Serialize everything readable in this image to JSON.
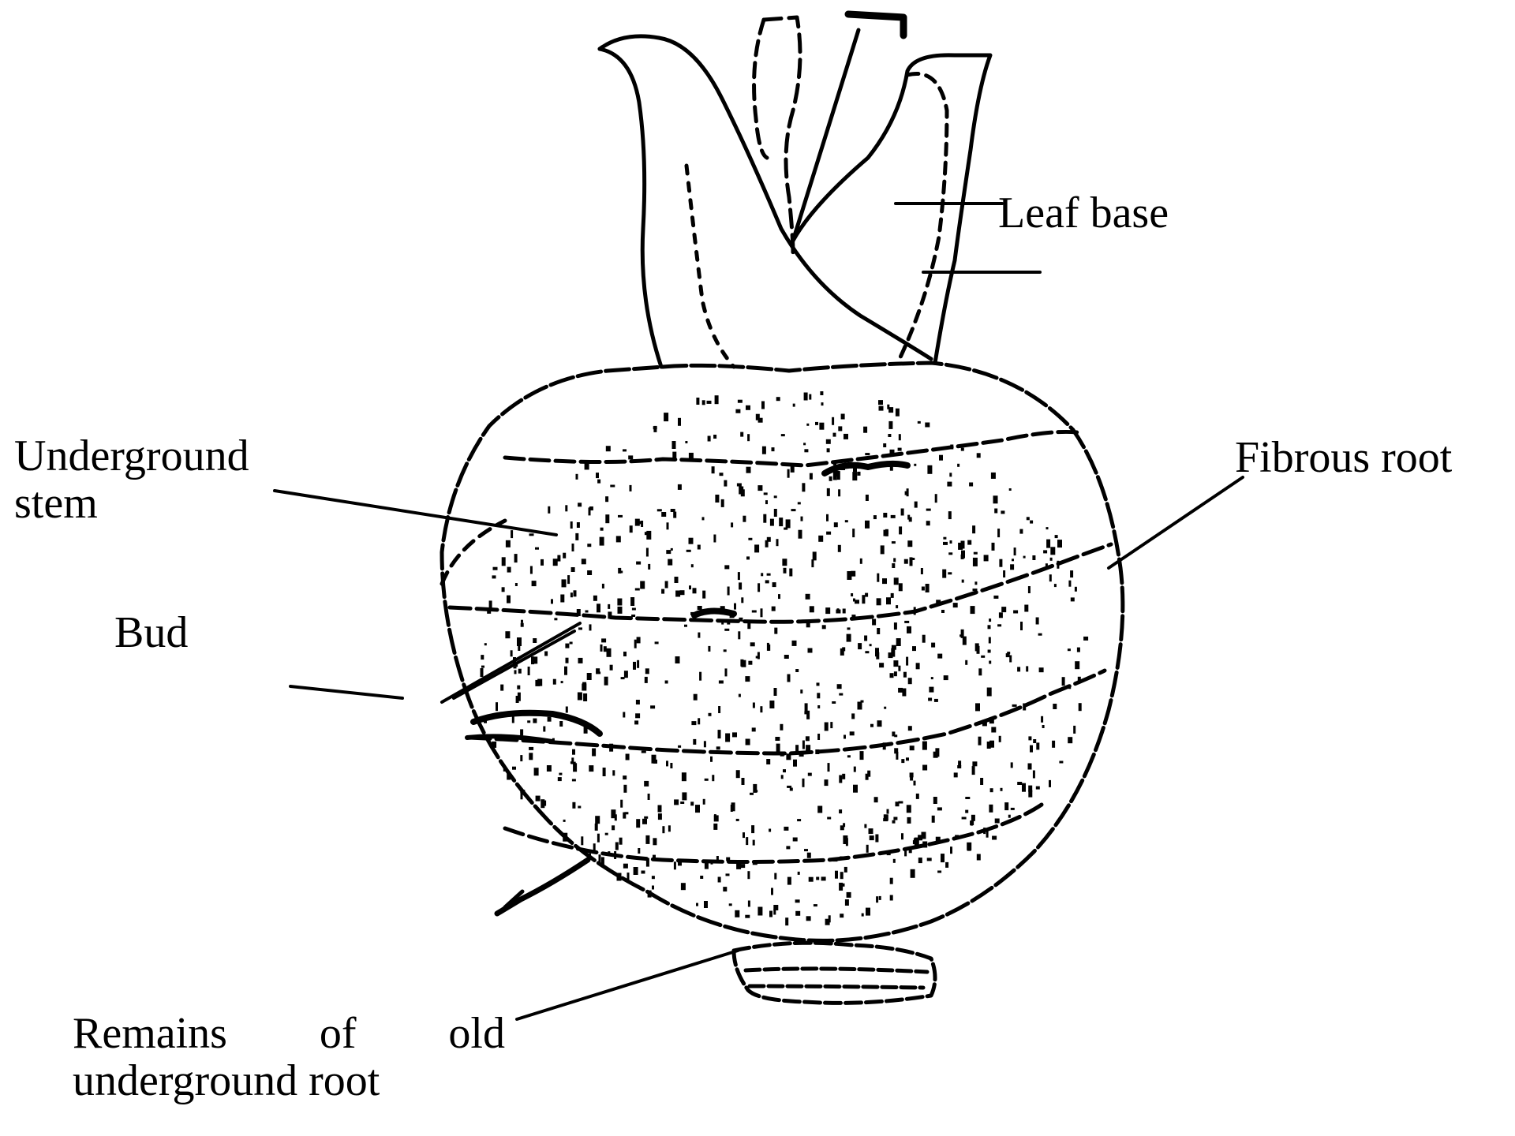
{
  "labels": {
    "leaf_base": "Leaf base",
    "fibrous_root": "Fibrous root",
    "underground_stem_line1": "Underground",
    "underground_stem_line2": "stem",
    "bud": "Bud",
    "remains_word1": "Remains",
    "remains_word2": "of",
    "remains_word3": "old",
    "remains_line2": "underground root"
  },
  "colors": {
    "ink": "#000000",
    "background": "#ffffff"
  }
}
